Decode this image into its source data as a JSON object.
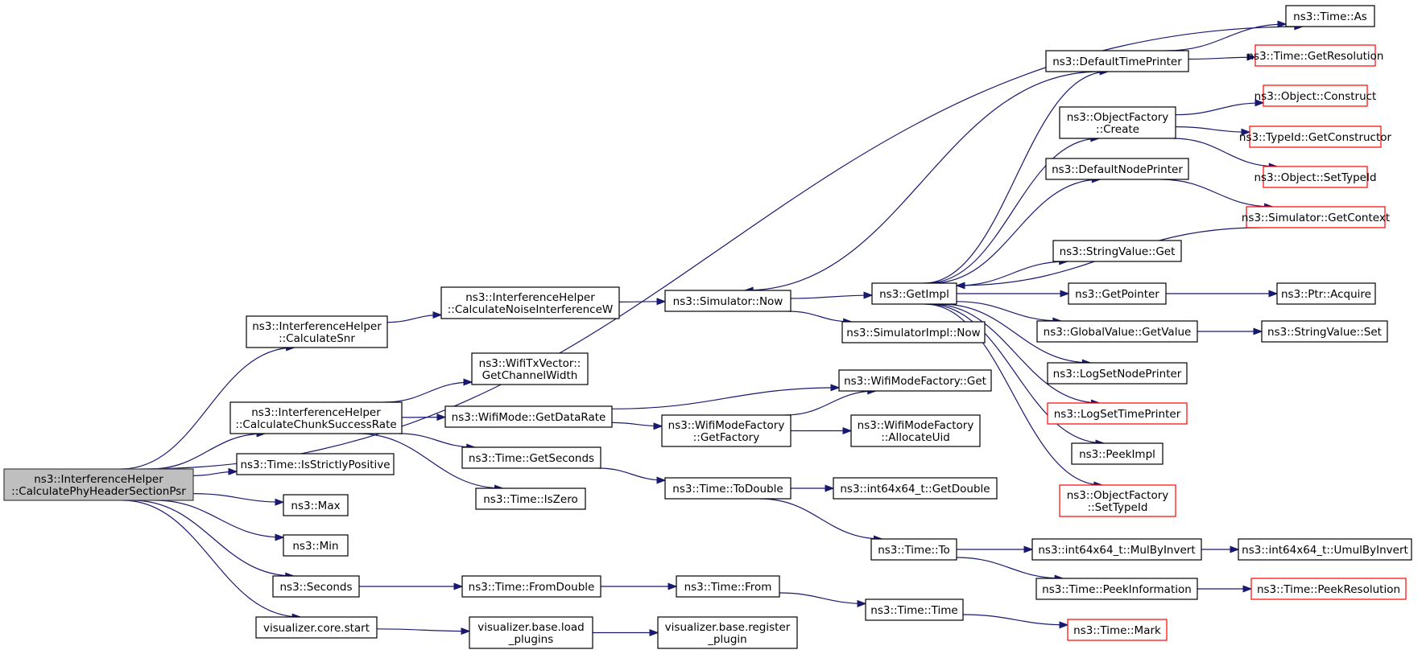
{
  "colors": {
    "edge": "#191970",
    "node_border": "#000000",
    "missing_node_border": "#ff0000",
    "root_fill": "#bfbfbf",
    "background": "#ffffff"
  },
  "nodes": [
    {
      "id": "root",
      "lines": [
        "ns3::InterferenceHelper",
        "::CalculatePhyHeaderSectionPsr"
      ],
      "style": "root"
    },
    {
      "id": "time_as",
      "lines": [
        "ns3::Time::As"
      ],
      "style": "normal"
    },
    {
      "id": "interference_snr",
      "lines": [
        "ns3::InterferenceHelper",
        "::CalculateSnr"
      ],
      "style": "normal"
    },
    {
      "id": "interference_chunk",
      "lines": [
        "ns3::InterferenceHelper",
        "::CalculateChunkSuccessRate"
      ],
      "style": "normal"
    },
    {
      "id": "is_strictly_positive",
      "lines": [
        "ns3::Time::IsStrictlyPositive"
      ],
      "style": "normal"
    },
    {
      "id": "max",
      "lines": [
        "ns3::Max"
      ],
      "style": "normal"
    },
    {
      "id": "min",
      "lines": [
        "ns3::Min"
      ],
      "style": "normal"
    },
    {
      "id": "seconds",
      "lines": [
        "ns3::Seconds"
      ],
      "style": "normal"
    },
    {
      "id": "viz_start",
      "lines": [
        "visualizer.core.start"
      ],
      "style": "normal"
    },
    {
      "id": "noise_interference",
      "lines": [
        "ns3::InterferenceHelper",
        "::CalculateNoiseInterferenceW"
      ],
      "style": "normal"
    },
    {
      "id": "tx_channel_width",
      "lines": [
        "ns3::WifiTxVector::",
        "GetChannelWidth"
      ],
      "style": "normal"
    },
    {
      "id": "get_data_rate",
      "lines": [
        "ns3::WifiMode::GetDataRate"
      ],
      "style": "normal"
    },
    {
      "id": "get_seconds",
      "lines": [
        "ns3::Time::GetSeconds"
      ],
      "style": "normal"
    },
    {
      "id": "is_zero",
      "lines": [
        "ns3::Time::IsZero"
      ],
      "style": "normal"
    },
    {
      "id": "from_double",
      "lines": [
        "ns3::Time::FromDouble"
      ],
      "style": "normal"
    },
    {
      "id": "load_plugins",
      "lines": [
        "visualizer.base.load",
        "_plugins"
      ],
      "style": "normal"
    },
    {
      "id": "simulator_now",
      "lines": [
        "ns3::Simulator::Now"
      ],
      "style": "normal"
    },
    {
      "id": "mode_factory_get_factory",
      "lines": [
        "ns3::WifiModeFactory",
        "::GetFactory"
      ],
      "style": "normal"
    },
    {
      "id": "to_double",
      "lines": [
        "ns3::Time::ToDouble"
      ],
      "style": "normal"
    },
    {
      "id": "time_from",
      "lines": [
        "ns3::Time::From"
      ],
      "style": "normal"
    },
    {
      "id": "register_plugin",
      "lines": [
        "visualizer.base.register",
        "_plugin"
      ],
      "style": "normal"
    },
    {
      "id": "get_impl",
      "lines": [
        "ns3::GetImpl"
      ],
      "style": "normal"
    },
    {
      "id": "simulator_impl_now",
      "lines": [
        "ns3::SimulatorImpl::Now"
      ],
      "style": "normal"
    },
    {
      "id": "mode_factory_get",
      "lines": [
        "ns3::WifiModeFactory::Get"
      ],
      "style": "normal"
    },
    {
      "id": "allocate_uid",
      "lines": [
        "ns3::WifiModeFactory",
        "::AllocateUid"
      ],
      "style": "normal"
    },
    {
      "id": "int64_get_double",
      "lines": [
        "ns3::int64x64_t::GetDouble"
      ],
      "style": "normal"
    },
    {
      "id": "time_to",
      "lines": [
        "ns3::Time::To"
      ],
      "style": "normal"
    },
    {
      "id": "time_time",
      "lines": [
        "ns3::Time::Time"
      ],
      "style": "normal"
    },
    {
      "id": "default_time_printer",
      "lines": [
        "ns3::DefaultTimePrinter"
      ],
      "style": "normal"
    },
    {
      "id": "object_factory_create",
      "lines": [
        "ns3::ObjectFactory",
        "::Create"
      ],
      "style": "normal"
    },
    {
      "id": "default_node_printer",
      "lines": [
        "ns3::DefaultNodePrinter"
      ],
      "style": "normal"
    },
    {
      "id": "string_value_get",
      "lines": [
        "ns3::StringValue::Get"
      ],
      "style": "normal"
    },
    {
      "id": "get_pointer",
      "lines": [
        "ns3::GetPointer"
      ],
      "style": "normal"
    },
    {
      "id": "global_value_get",
      "lines": [
        "ns3::GlobalValue::GetValue"
      ],
      "style": "normal"
    },
    {
      "id": "log_set_node_printer",
      "lines": [
        "ns3::LogSetNodePrinter"
      ],
      "style": "normal"
    },
    {
      "id": "log_set_time_printer",
      "lines": [
        "ns3::LogSetTimePrinter"
      ],
      "style": "missing"
    },
    {
      "id": "peek_impl",
      "lines": [
        "ns3::PeekImpl"
      ],
      "style": "normal"
    },
    {
      "id": "object_factory_set_type_id",
      "lines": [
        "ns3::ObjectFactory",
        "::SetTypeId"
      ],
      "style": "missing"
    },
    {
      "id": "mul_by_invert",
      "lines": [
        "ns3::int64x64_t::MulByInvert"
      ],
      "style": "normal"
    },
    {
      "id": "peek_information",
      "lines": [
        "ns3::Time::PeekInformation"
      ],
      "style": "normal"
    },
    {
      "id": "time_mark",
      "lines": [
        "ns3::Time::Mark"
      ],
      "style": "missing"
    },
    {
      "id": "time_get_resolution",
      "lines": [
        "ns3::Time::GetResolution"
      ],
      "style": "missing"
    },
    {
      "id": "object_construct",
      "lines": [
        "ns3::Object::Construct"
      ],
      "style": "missing"
    },
    {
      "id": "type_id_get_constructor",
      "lines": [
        "ns3::TypeId::GetConstructor"
      ],
      "style": "missing"
    },
    {
      "id": "object_set_type_id",
      "lines": [
        "ns3::Object::SetTypeId"
      ],
      "style": "missing"
    },
    {
      "id": "simulator_get_context",
      "lines": [
        "ns3::Simulator::GetContext"
      ],
      "style": "missing"
    },
    {
      "id": "ptr_acquire",
      "lines": [
        "ns3::Ptr::Acquire"
      ],
      "style": "normal"
    },
    {
      "id": "string_value_set",
      "lines": [
        "ns3::StringValue::Set"
      ],
      "style": "normal"
    },
    {
      "id": "umul_by_invert",
      "lines": [
        "ns3::int64x64_t::UmulByInvert"
      ],
      "style": "normal"
    },
    {
      "id": "peek_resolution",
      "lines": [
        "ns3::Time::PeekResolution"
      ],
      "style": "missing"
    }
  ],
  "edges": [
    [
      "root",
      "time_as"
    ],
    [
      "root",
      "interference_snr"
    ],
    [
      "root",
      "interference_chunk"
    ],
    [
      "root",
      "is_strictly_positive"
    ],
    [
      "root",
      "max"
    ],
    [
      "root",
      "min"
    ],
    [
      "root",
      "seconds"
    ],
    [
      "root",
      "viz_start"
    ],
    [
      "interference_snr",
      "noise_interference"
    ],
    [
      "noise_interference",
      "simulator_now"
    ],
    [
      "interference_chunk",
      "tx_channel_width"
    ],
    [
      "interference_chunk",
      "get_data_rate"
    ],
    [
      "interference_chunk",
      "get_seconds"
    ],
    [
      "interference_chunk",
      "is_zero"
    ],
    [
      "get_data_rate",
      "mode_factory_get"
    ],
    [
      "get_data_rate",
      "mode_factory_get_factory"
    ],
    [
      "mode_factory_get_factory",
      "mode_factory_get"
    ],
    [
      "mode_factory_get_factory",
      "allocate_uid"
    ],
    [
      "get_seconds",
      "to_double"
    ],
    [
      "to_double",
      "int64_get_double"
    ],
    [
      "to_double",
      "time_to"
    ],
    [
      "time_to",
      "mul_by_invert"
    ],
    [
      "time_to",
      "peek_information"
    ],
    [
      "mul_by_invert",
      "umul_by_invert"
    ],
    [
      "peek_information",
      "peek_resolution"
    ],
    [
      "seconds",
      "from_double"
    ],
    [
      "from_double",
      "time_from"
    ],
    [
      "time_from",
      "time_time"
    ],
    [
      "time_time",
      "time_mark"
    ],
    [
      "viz_start",
      "load_plugins"
    ],
    [
      "load_plugins",
      "register_plugin"
    ],
    [
      "simulator_now",
      "get_impl"
    ],
    [
      "simulator_now",
      "simulator_impl_now"
    ],
    [
      "get_impl",
      "default_time_printer"
    ],
    [
      "get_impl",
      "object_factory_create"
    ],
    [
      "get_impl",
      "default_node_printer"
    ],
    [
      "get_impl",
      "string_value_get"
    ],
    [
      "get_impl",
      "get_pointer"
    ],
    [
      "get_impl",
      "global_value_get"
    ],
    [
      "get_impl",
      "log_set_node_printer"
    ],
    [
      "get_impl",
      "log_set_time_printer"
    ],
    [
      "get_impl",
      "peek_impl"
    ],
    [
      "get_impl",
      "object_factory_set_type_id"
    ],
    [
      "default_time_printer",
      "time_as"
    ],
    [
      "default_time_printer",
      "time_get_resolution"
    ],
    [
      "default_time_printer",
      "simulator_now"
    ],
    [
      "object_factory_create",
      "object_construct"
    ],
    [
      "object_factory_create",
      "type_id_get_constructor"
    ],
    [
      "object_factory_create",
      "object_set_type_id"
    ],
    [
      "default_node_printer",
      "simulator_get_context"
    ],
    [
      "simulator_get_context",
      "get_impl"
    ],
    [
      "get_pointer",
      "ptr_acquire"
    ],
    [
      "global_value_get",
      "string_value_set"
    ]
  ]
}
